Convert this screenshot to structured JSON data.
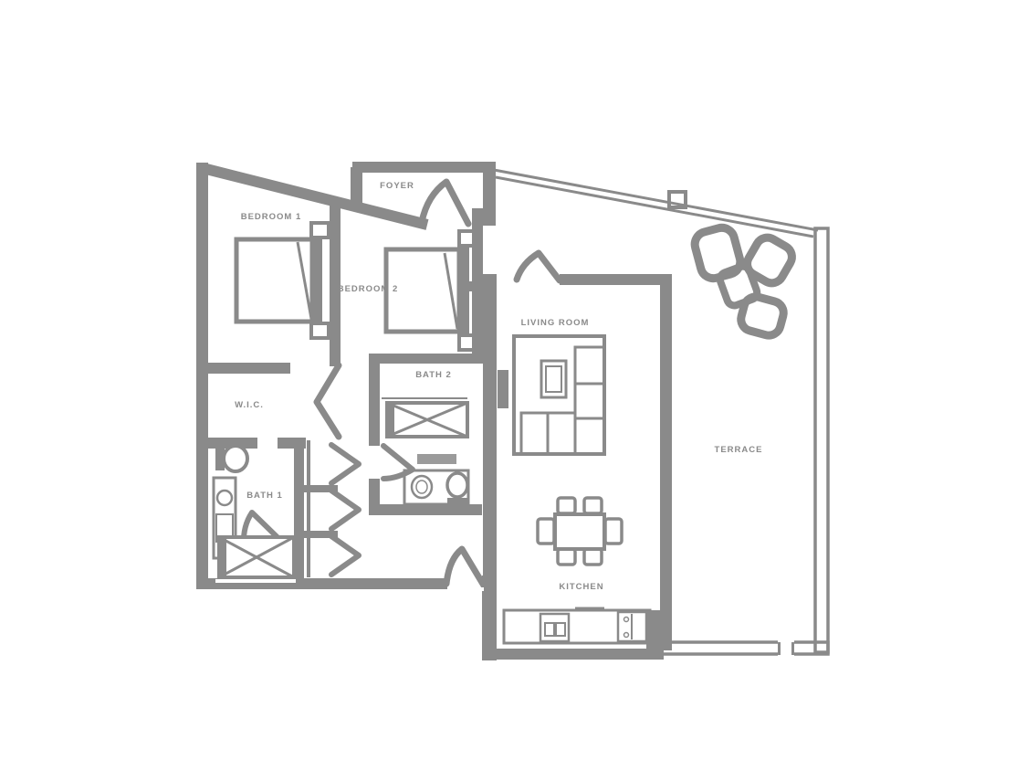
{
  "diagram": {
    "type": "floor-plan",
    "colors": {
      "wall": "#8a8a8a",
      "background": "#ffffff"
    },
    "rooms": {
      "bedroom1": {
        "label": "BEDROOM 1"
      },
      "bedroom2": {
        "label": "BEDROOM 2"
      },
      "foyer": {
        "label": "FOYER"
      },
      "living": {
        "label": "LIVING ROOM"
      },
      "kitchen": {
        "label": "KITCHEN"
      },
      "terrace": {
        "label": "TERRACE"
      },
      "wic": {
        "label": "W.I.C."
      },
      "bath1": {
        "label": "BATH 1"
      },
      "bath2": {
        "label": "BATH 2"
      }
    }
  }
}
